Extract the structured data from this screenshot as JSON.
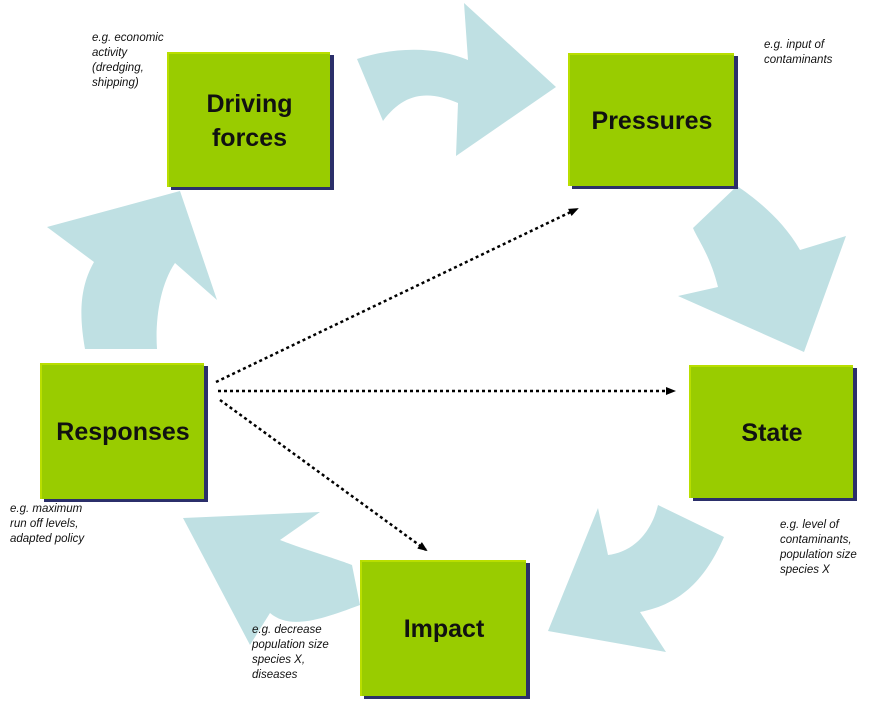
{
  "colors": {
    "box_fill": "#99cc00",
    "arrow_fill": "#bfe0e3",
    "dotted_line": "#000000",
    "text": "#111111"
  },
  "nodes": {
    "driving_forces": "Driving\nforces",
    "pressures": "Pressures",
    "state": "State",
    "impact": "Impact",
    "responses": "Responses"
  },
  "notes": {
    "driving_forces": "e.g. economic\nactivity\n(dredging,\nshipping)",
    "pressures": "e.g. input of\ncontaminants",
    "state": "e.g. level of\ncontaminants,\npopulation size\nspecies X",
    "impact": "e.g. decrease\npopulation size\nspecies X,\ndiseases",
    "responses": "e.g. maximum\nrun off levels,\nadapted policy"
  }
}
